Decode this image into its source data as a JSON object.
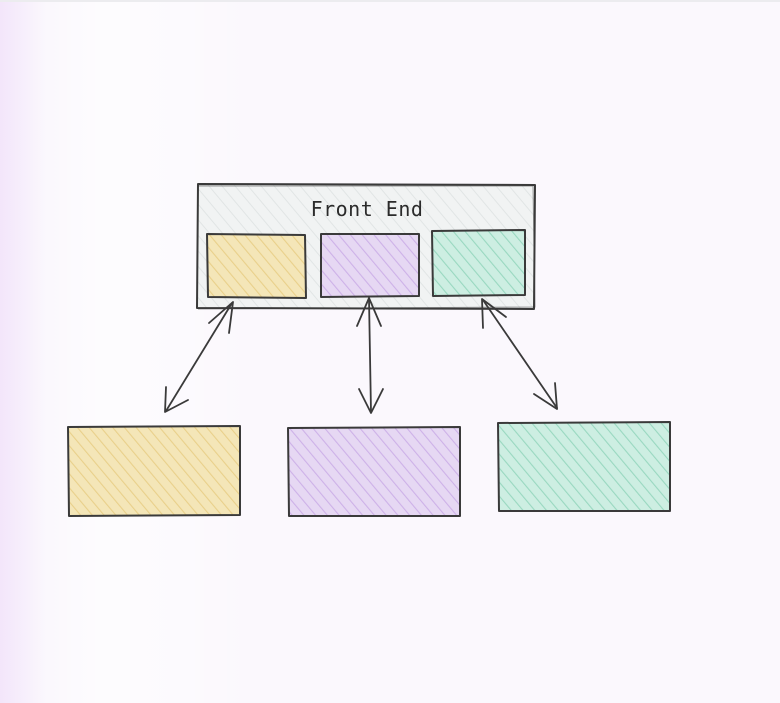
{
  "diagram": {
    "container": {
      "label": "Front End",
      "fill": "#eef1f1"
    },
    "colors": {
      "yellow": "#f4e6b8",
      "purple": "#e3d3f2",
      "green": "#c8ecdf",
      "stroke": "#3a3a3a",
      "hatch_yellow": "#e9d08a",
      "hatch_purple": "#cdb1e8",
      "hatch_green": "#99d8c0"
    },
    "inner_boxes": [
      {
        "name": "front-end-module-yellow",
        "color": "yellow"
      },
      {
        "name": "front-end-module-purple",
        "color": "purple"
      },
      {
        "name": "front-end-module-green",
        "color": "green"
      }
    ],
    "outer_boxes": [
      {
        "name": "service-box-yellow",
        "color": "yellow"
      },
      {
        "name": "service-box-purple",
        "color": "purple"
      },
      {
        "name": "service-box-green",
        "color": "green"
      }
    ],
    "connections": [
      {
        "from": "front-end-module-yellow",
        "to": "service-box-yellow",
        "direction": "bidirectional"
      },
      {
        "from": "front-end-module-purple",
        "to": "service-box-purple",
        "direction": "bidirectional"
      },
      {
        "from": "front-end-module-green",
        "to": "service-box-green",
        "direction": "bidirectional"
      }
    ]
  }
}
